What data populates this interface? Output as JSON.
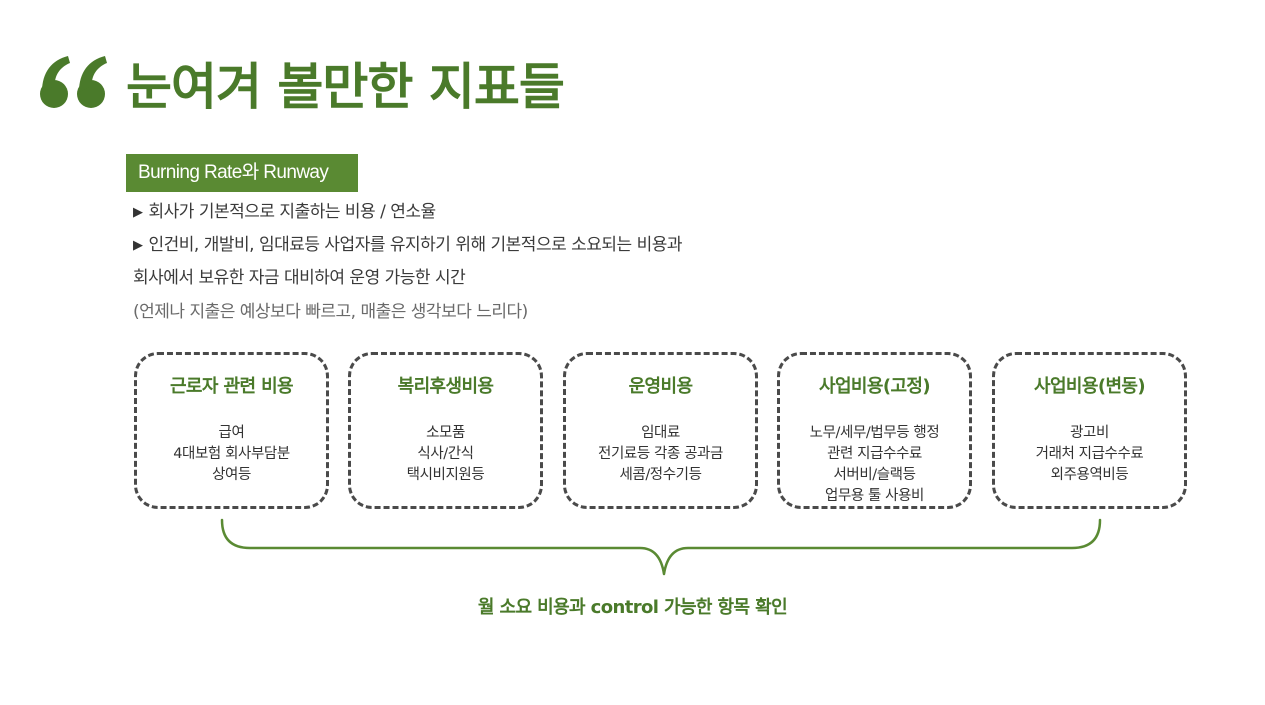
{
  "header": {
    "title": "눈여겨 볼만한 지표들"
  },
  "section": {
    "tag": "Burning Rate와 Runway"
  },
  "description": {
    "bullet_glyph": "▶",
    "line1": "회사가 기본적으로 지출하는 비용 / 연소율",
    "line2": "인건비, 개발비, 임대료등 사업자를 유지하기 위해 기본적으로 소요되는 비용과",
    "line3": "회사에서 보유한 자금 대비하여 운영 가능한 시간",
    "note": "(언제나 지출은 예상보다 빠르고, 매출은 생각보다 느리다)"
  },
  "categories": [
    {
      "title": "근로자 관련 비용",
      "items": [
        "급여",
        "4대보험 회사부담분",
        "상여등"
      ]
    },
    {
      "title": "복리후생비용",
      "items": [
        "소모품",
        "식사/간식",
        "택시비지원등"
      ]
    },
    {
      "title": "운영비용",
      "items": [
        "임대료",
        "전기료등 각종 공과금",
        "세콤/정수기등"
      ]
    },
    {
      "title": "사업비용(고정)",
      "items": [
        "노무/세무/법무등 행정",
        "관련 지급수수료",
        "서버비/슬랙등",
        "업무용 툴 사용비"
      ]
    },
    {
      "title": "사업비용(변동)",
      "items": [
        "광고비",
        "거래처 지급수수료",
        "외주용역비등"
      ]
    }
  ],
  "footer": {
    "label": "월 소요 비용과 control 가능한 항목 확인"
  },
  "colors": {
    "accent_green": "#4a7a2a",
    "tag_green": "#5a8a33",
    "brace_green": "#5a8a33",
    "dash_border": "#4a4a4a"
  },
  "icons": {
    "quote": "quote-mark-icon",
    "brace": "curly-brace-icon"
  }
}
